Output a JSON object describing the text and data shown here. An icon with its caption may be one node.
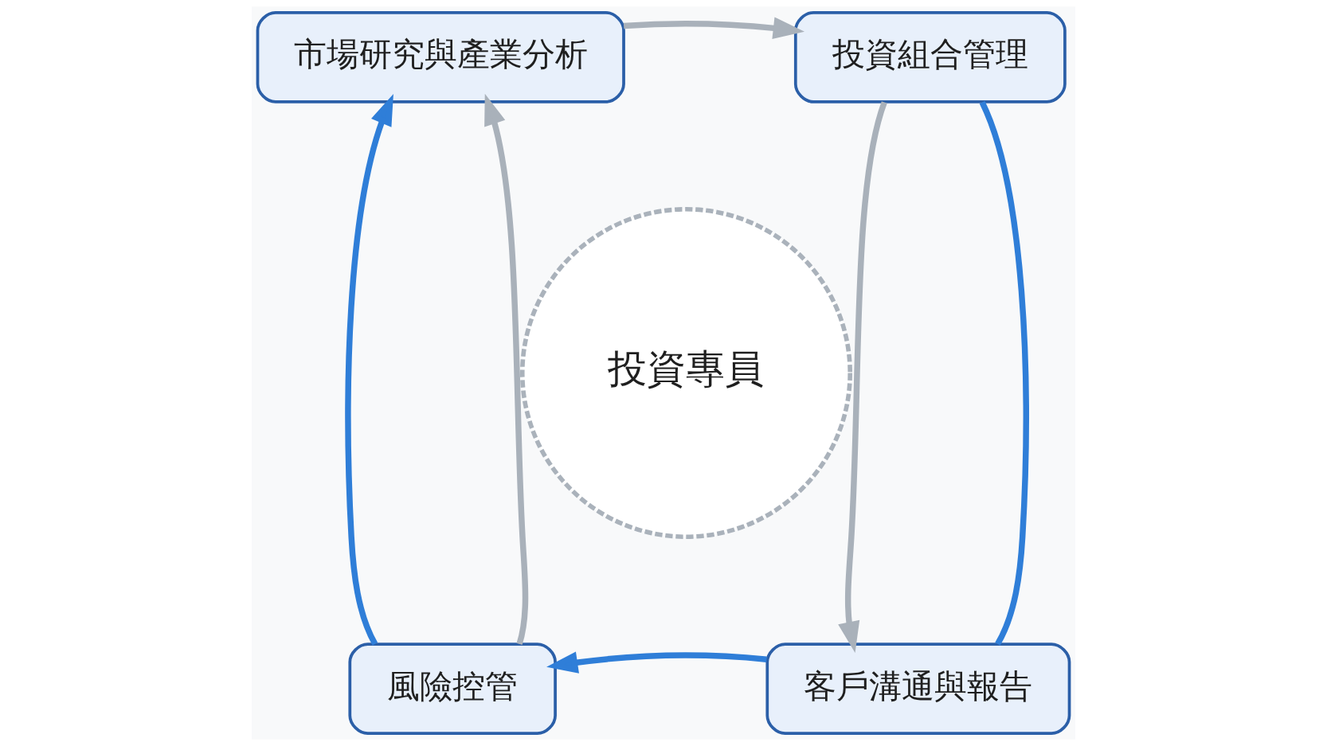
{
  "diagram": {
    "nodes": [
      {
        "text": [
          "市場研究與產業分析"
        ]
      },
      {
        "text": [
          "投資組合管理"
        ]
      },
      {
        "text": [
          "投資專員"
        ]
      },
      {
        "text": [
          "風險控管"
        ]
      },
      {
        "text": [
          "客戶溝通與報告"
        ]
      }
    ],
    "edges": [
      {
        "from": 0,
        "to": 1,
        "arrow": "to"
      },
      {
        "from": 1,
        "to": 4,
        "arrow": "to"
      },
      {
        "from": 1,
        "to": 4,
        "arrow": "none",
        "color": "#2f7ed8"
      },
      {
        "from": 4,
        "to": 3,
        "arrow": "to",
        "color": "#2f7ed8"
      },
      {
        "from": 3,
        "to": 0,
        "arrow": "to",
        "color": "#2f7ed8"
      },
      {
        "from": 3,
        "to": 0,
        "arrow": "to"
      }
    ]
  }
}
